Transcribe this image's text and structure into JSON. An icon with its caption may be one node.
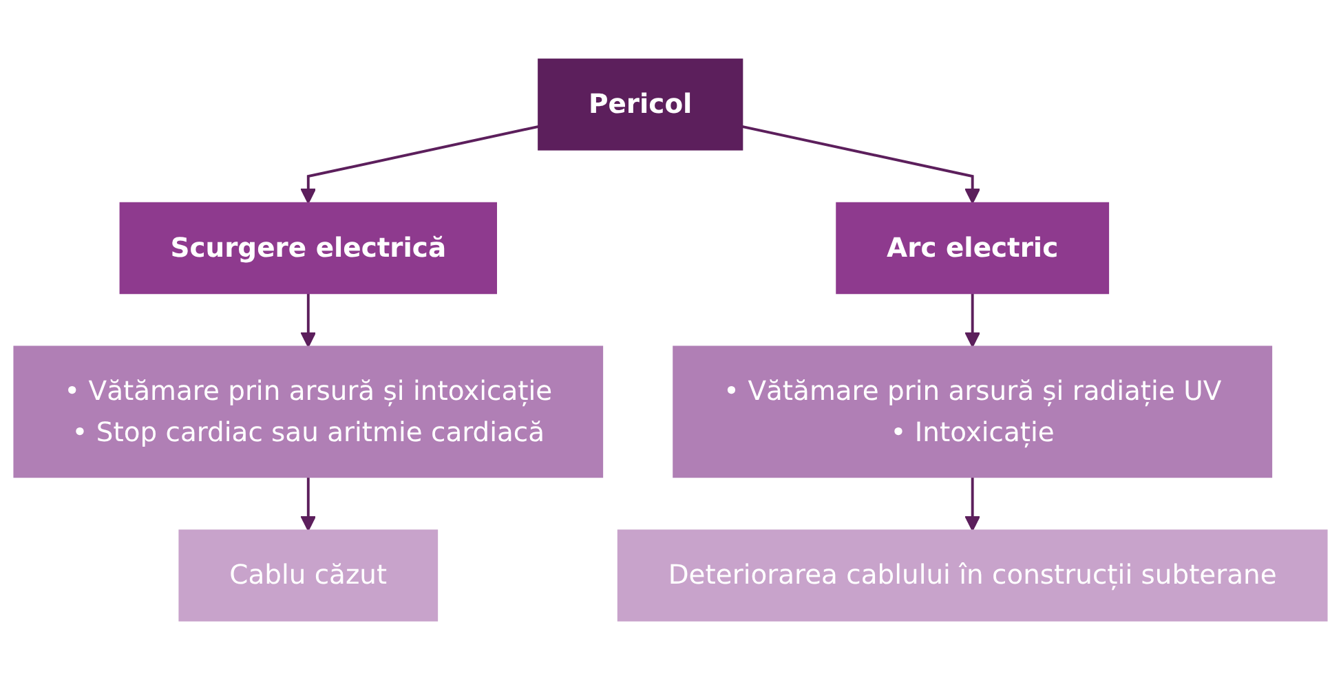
{
  "diagram": {
    "nodes": [
      {
        "text": [
          "Pericol"
        ]
      },
      {
        "text": [
          "Scurgere electrică"
        ]
      },
      {
        "text": [
          "Arc electric"
        ]
      },
      {
        "text": [
          "• Vătămare prin arsură și intoxicație",
          "• Stop cardiac sau aritmie cardiacă"
        ]
      },
      {
        "text": [
          "• Vătămare prin arsură și radiație UV",
          "• Intoxicație"
        ]
      },
      {
        "text": [
          "Cablu căzut"
        ]
      },
      {
        "text": [
          "Deteriorarea cablului în construcții subterane"
        ]
      }
    ],
    "edges": [
      {
        "from": 0,
        "to": 1,
        "arrow": "to"
      },
      {
        "from": 0,
        "to": 2,
        "arrow": "to"
      },
      {
        "from": 1,
        "to": 3,
        "arrow": "to"
      },
      {
        "from": 2,
        "to": 4,
        "arrow": "to"
      },
      {
        "from": 3,
        "to": 5,
        "arrow": "to"
      },
      {
        "from": 4,
        "to": 6,
        "arrow": "to"
      }
    ]
  }
}
